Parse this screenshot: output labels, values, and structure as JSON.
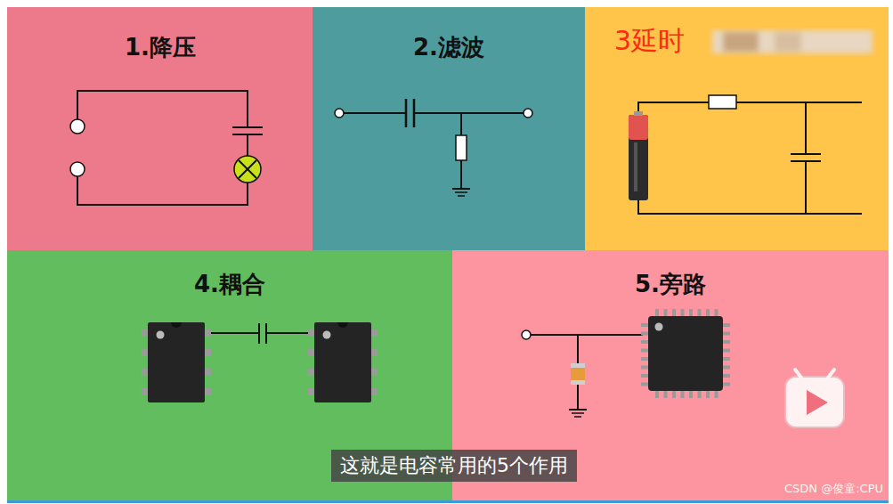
{
  "diagram": {
    "caption": "这就是电容常用的5个作用",
    "nodes": [
      {
        "text": [
          "1.降压"
        ]
      },
      {
        "text": [
          "2.滤波"
        ]
      },
      {
        "text": [
          "3延时"
        ]
      },
      {
        "text": [
          "4.耦合"
        ]
      },
      {
        "text": [
          "5.旁路"
        ]
      }
    ],
    "labels": [
      "CSDN @俊童:CPU"
    ]
  }
}
